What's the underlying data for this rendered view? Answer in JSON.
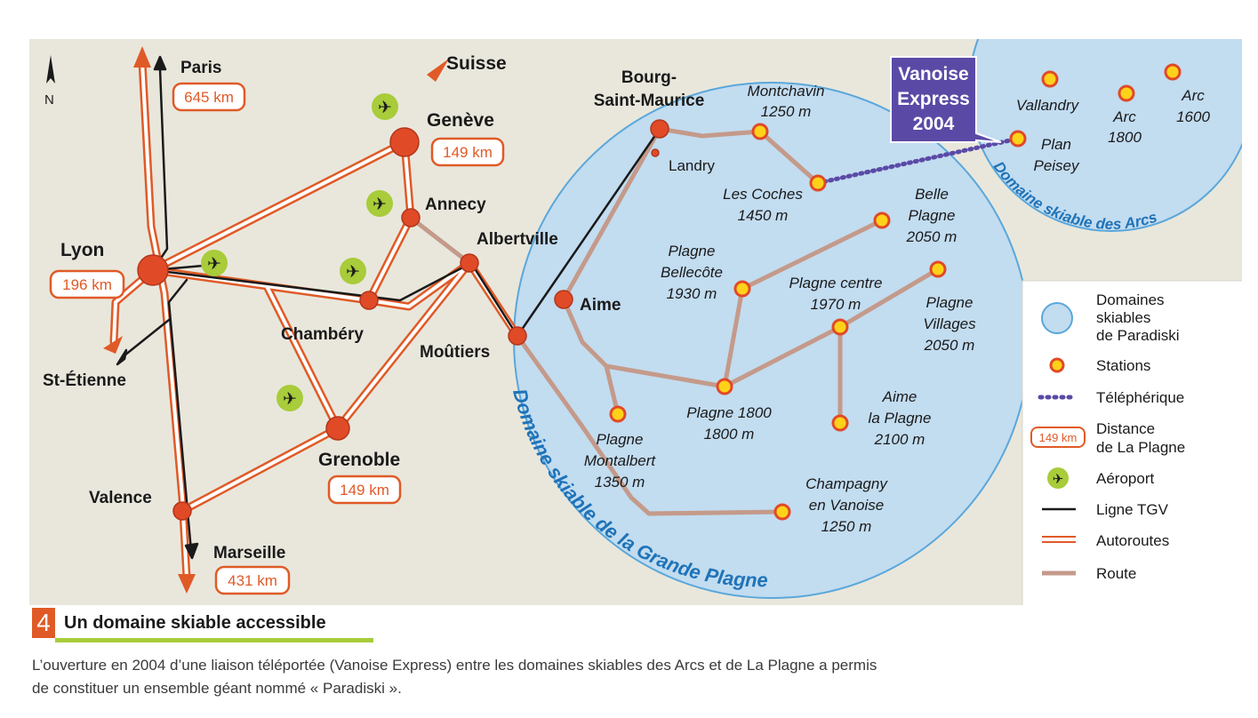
{
  "map": {
    "north_label": "N",
    "cities": {
      "paris": "Paris",
      "suisse": "Suisse",
      "geneve": "Genève",
      "annecy": "Annecy",
      "lyon": "Lyon",
      "albertville": "Albertville",
      "chambery": "Chambéry",
      "moutiers": "Moûtiers",
      "aime": "Aime",
      "bourg_1": "Bourg-",
      "bourg_2": "Saint-Maurice",
      "landry": "Landry",
      "st_etienne": "St-Étienne",
      "grenoble": "Grenoble",
      "valence": "Valence",
      "marseille": "Marseille"
    },
    "distances": {
      "paris": "645 km",
      "geneve": "149 km",
      "lyon": "196 km",
      "grenoble": "149 km",
      "marseille": "431 km"
    },
    "stations": {
      "montchavin": [
        "Montchavin",
        "1250 m"
      ],
      "les_coches": [
        "Les Coches",
        "1450 m"
      ],
      "belle_plagne": [
        "Belle",
        "Plagne",
        "2050 m"
      ],
      "bellecote": [
        "Plagne",
        "Bellecôte",
        "1930 m"
      ],
      "plagne_centre": [
        "Plagne centre",
        "1970 m"
      ],
      "plagne_villages": [
        "Plagne",
        "Villages",
        "2050 m"
      ],
      "plagne_1800": [
        "Plagne 1800",
        "1800 m"
      ],
      "aime_la_plagne": [
        "Aime",
        "la Plagne",
        "2100 m"
      ],
      "montalbert": [
        "Plagne",
        "Montalbert",
        "1350 m"
      ],
      "champagny": [
        "Champagny",
        "en Vanoise",
        "1250 m"
      ],
      "vallandry": [
        "Vallandry"
      ],
      "arc_1800": [
        "Arc",
        "1800"
      ],
      "arc_1600": [
        "Arc",
        "1600"
      ],
      "plan_peisey": [
        "Plan",
        "Peisey"
      ]
    },
    "vanoise_box": [
      "Vanoise",
      "Express",
      "2004"
    ],
    "domain_plagne": "Domaine skiable de la Grande Plagne",
    "domain_arcs": "Domaine skiable des Arcs",
    "colors": {
      "background": "#e9e7dc",
      "domain_fill": "#c2dcf0",
      "domain_stroke": "#5aa7da",
      "motorway": "#e05a27",
      "road": "#c49a8a",
      "tgv": "#1a1a1a",
      "cable": "#5a4aa6",
      "city_dot": "#e04a27",
      "station_fill": "#ffd21a",
      "airport": "#a8cc3a",
      "vanoise_box": "#5a4aa6"
    }
  },
  "legend": {
    "domains": [
      "Domaines",
      "skiables",
      "de Paradiski"
    ],
    "stations": "Stations",
    "telepherique": "Téléphérique",
    "distance_sample": "149 km",
    "distance": [
      "Distance",
      "de La Plagne"
    ],
    "aeroport": "Aéroport",
    "tgv": "Ligne TGV",
    "autoroutes": "Autoroutes",
    "route": "Route"
  },
  "caption": {
    "number": "4",
    "title": "Un domaine skiable accessible",
    "text": "L’ouverture en 2004 d’une liaison téléportée (Vanoise Express) entre les domaines skiables des Arcs et de La Plagne a permis de constituer un ensemble géant nommé « Paradiski »."
  }
}
